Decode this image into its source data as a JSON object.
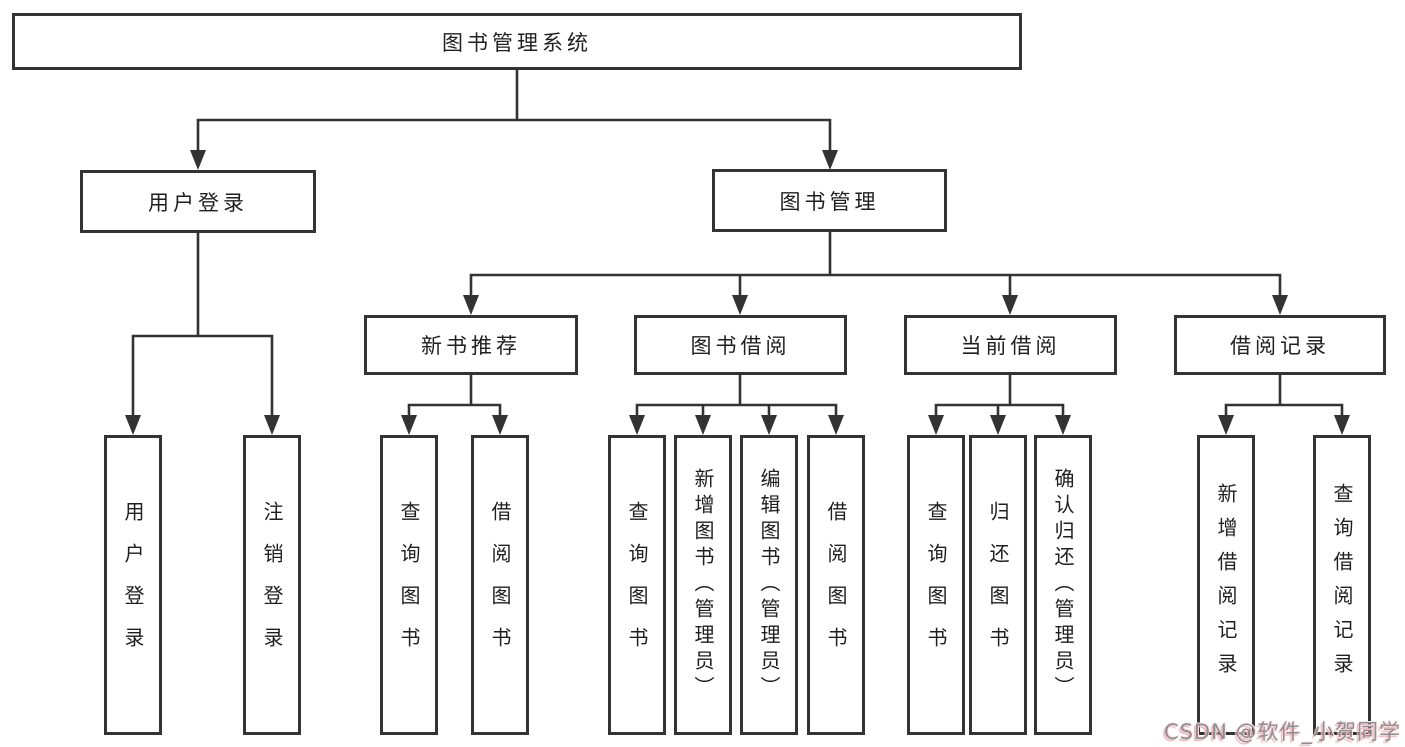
{
  "diagram": {
    "title": "图书管理系统",
    "level2": [
      {
        "label": "用户登录",
        "children": [
          {
            "label": "用户登录"
          },
          {
            "label": "注销登录"
          }
        ]
      },
      {
        "label": "图书管理",
        "modules": [
          {
            "label": "新书推荐",
            "children": [
              {
                "label": "查询图书"
              },
              {
                "label": "借阅图书"
              }
            ]
          },
          {
            "label": "图书借阅",
            "children": [
              {
                "label": "查询图书"
              },
              {
                "label": "新增图书（管理员）"
              },
              {
                "label": "编辑图书（管理员）"
              },
              {
                "label": "借阅图书"
              }
            ]
          },
          {
            "label": "当前借阅",
            "children": [
              {
                "label": "查询图书"
              },
              {
                "label": "归还图书"
              },
              {
                "label": "确认归还（管理员）"
              }
            ]
          },
          {
            "label": "借阅记录",
            "children": [
              {
                "label": "新增借阅记录"
              },
              {
                "label": "查询借阅记录"
              }
            ]
          }
        ]
      }
    ]
  },
  "colors": {
    "line": "#333333",
    "text": "#1f1f1f",
    "watermark_gray": "#8f8f8f",
    "watermark_pink": "#f0b3bc"
  },
  "watermark": {
    "text": "CSDN @软件_小贺同学"
  }
}
